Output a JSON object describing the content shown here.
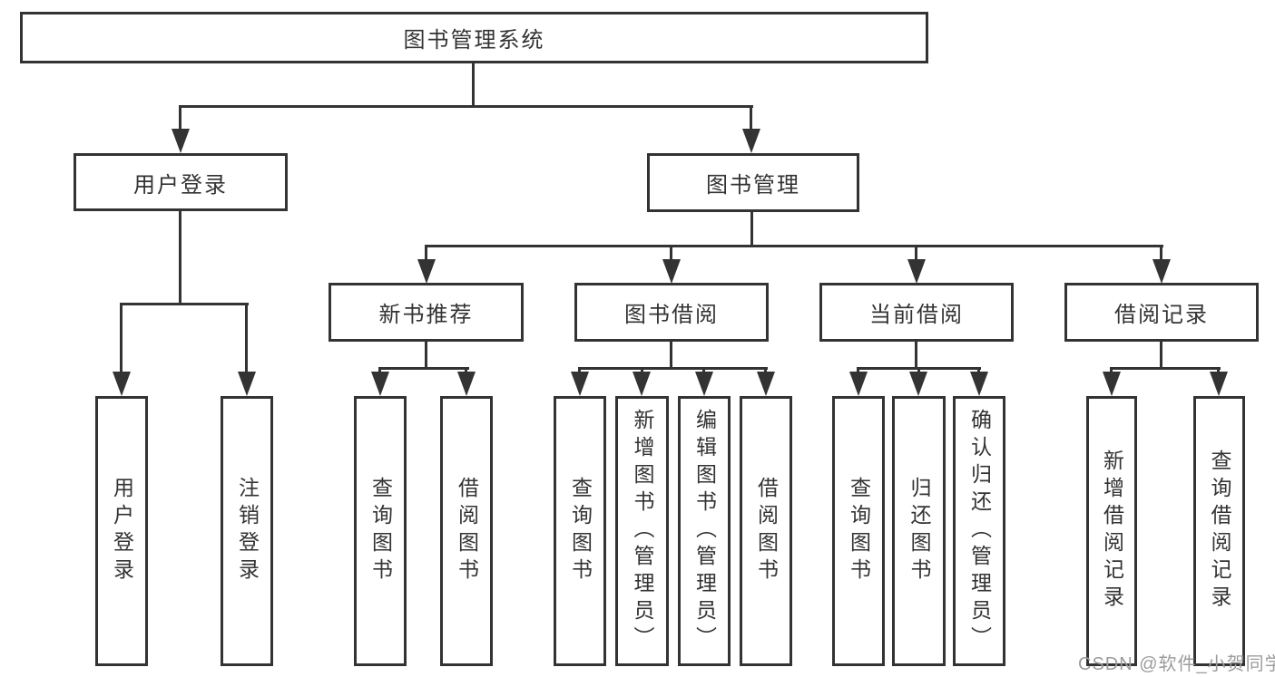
{
  "tree": {
    "root": "图书管理系统",
    "children": [
      {
        "label": "用户登录",
        "children": [
          {
            "label": "用户登录"
          },
          {
            "label": "注销登录"
          }
        ]
      },
      {
        "label": "图书管理",
        "children": [
          {
            "label": "新书推荐",
            "children": [
              {
                "label": "查询图书"
              },
              {
                "label": "借阅图书"
              }
            ]
          },
          {
            "label": "图书借阅",
            "children": [
              {
                "label": "查询图书"
              },
              {
                "label": "新增图书（管理员）"
              },
              {
                "label": "编辑图书（管理员）"
              },
              {
                "label": "借阅图书"
              }
            ]
          },
          {
            "label": "当前借阅",
            "children": [
              {
                "label": "查询图书"
              },
              {
                "label": "归还图书"
              },
              {
                "label": "确认归还（管理员）"
              }
            ]
          },
          {
            "label": "借阅记录",
            "children": [
              {
                "label": "新增借阅记录"
              },
              {
                "label": "查询借阅记录"
              }
            ]
          }
        ]
      }
    ]
  },
  "watermark": {
    "text": "CSDN @软件_小贺同学"
  },
  "colors": {
    "line": "#333333",
    "text": "#333333",
    "watermark": "#9c9c9c",
    "background": "#ffffff"
  }
}
